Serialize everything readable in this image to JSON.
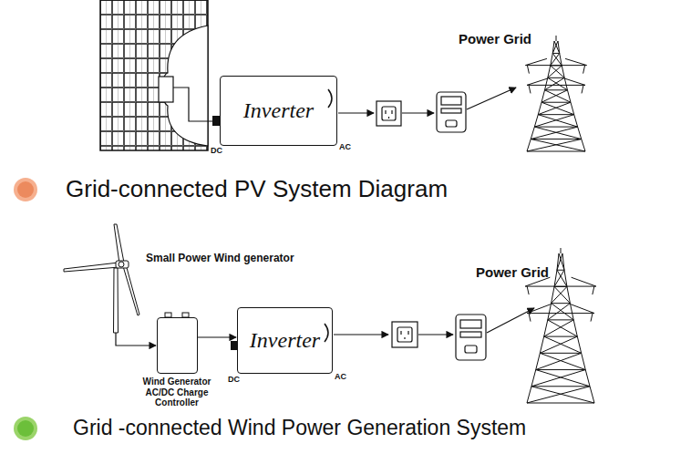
{
  "diagram": {
    "nodes": [
      {
        "text": [
          "Inverter"
        ]
      },
      {
        "text": [
          "Power Grid"
        ]
      },
      {
        "text": [
          "Small Power Wind generator"
        ]
      },
      {
        "text": [
          "Wind Generator AC/DC Charge Controller"
        ]
      },
      {
        "text": [
          "Inverter"
        ]
      },
      {
        "text": [
          "Power Grid"
        ]
      }
    ],
    "edges": [
      {
        "from": 2,
        "to": 3,
        "arrow": "to"
      },
      {
        "from": 3,
        "to": 4,
        "arrow": "to"
      }
    ],
    "labels": [
      "DC",
      "AC",
      "Grid-connected PV System Diagram",
      "DC",
      "AC",
      "Grid -connected Wind Power Generation System"
    ]
  }
}
